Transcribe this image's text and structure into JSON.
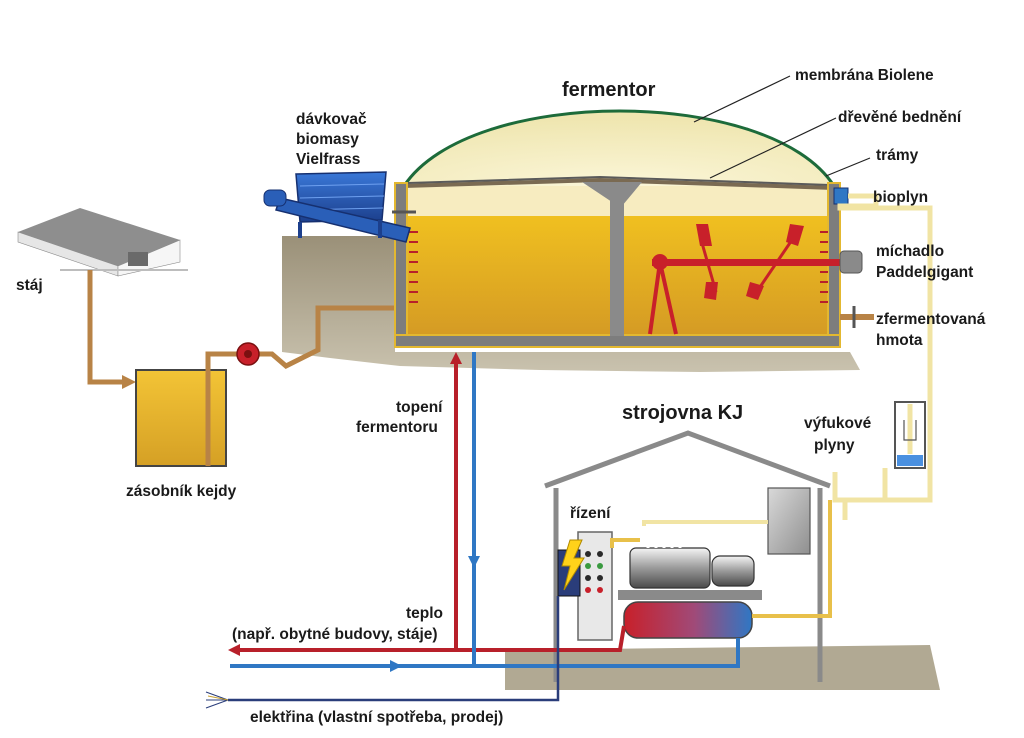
{
  "labels": {
    "fermentor": "fermentor",
    "membrana": "membrána Biolene",
    "dreveneBedneni": "dřevěné bednění",
    "tramy": "trámy",
    "bioplyn": "bioplyn",
    "michadlo1": "míchadlo",
    "michadlo2": "Paddelgigant",
    "zfermentovana1": "zfermentovaná",
    "zfermentovana2": "hmota",
    "davkovac1": "dávkovač",
    "davkovac2": "biomasy",
    "davkovac3": "Vielfrass",
    "staj": "stáj",
    "zasobnik": "zásobník kejdy",
    "topeni1": "topení",
    "topeni2": "fermentoru",
    "strojovna": "strojovna KJ",
    "rizeni": "řízení",
    "vyfukove1": "výfukové",
    "vyfukove2": "plyny",
    "teplo1": "teplo",
    "teplo2": "(např. obytné budovy, stáje)",
    "elektrina": "elektřina (vlastní spotřeba, prodej)"
  },
  "colors": {
    "digestate_top": "#e8b41c",
    "digestate_bottom": "#d89a22",
    "dome": "#f6f0c0",
    "ground": "#a09880",
    "slurry_pipe": "#b88346",
    "hot_pipe": "#b8202a",
    "cold_pipe": "#2f77c4",
    "gas_pipe": "#f1e4a4",
    "feeder": "#2558b0",
    "agitator": "#c8202a"
  }
}
